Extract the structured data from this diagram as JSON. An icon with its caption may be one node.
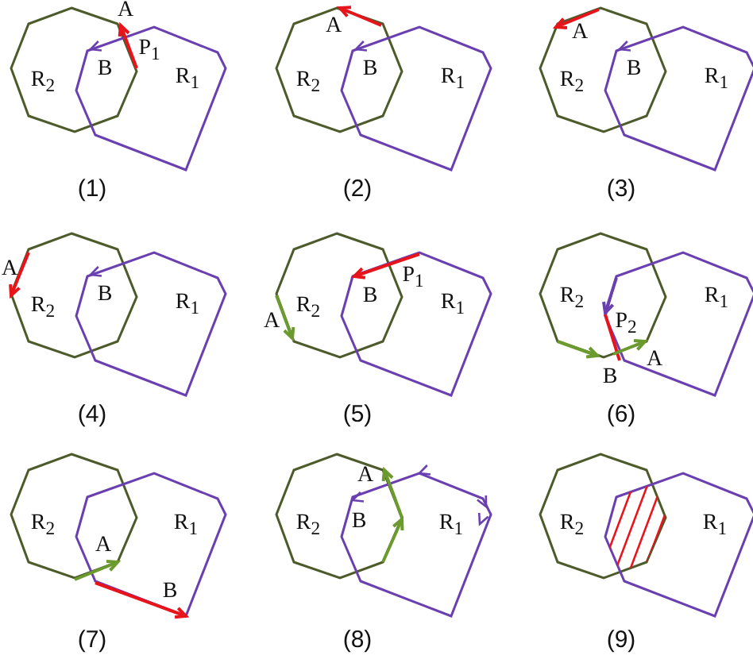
{
  "diagram": {
    "labels": [
      "A",
      "P$_{1}$",
      "R$_{2}$",
      "B",
      "R$_{1}$",
      "(1)",
      "A",
      "R$_{2}$",
      "B",
      "R$_{1}$",
      "(2)",
      "A",
      "R$_{2}$",
      "B",
      "R$_{1}$",
      "(3)",
      "A",
      "R$_{2}$",
      "B",
      "R$_{1}$",
      "(4)",
      "R$_{2}$",
      "B",
      "P$_{1}$",
      "R$_{1}$",
      "A",
      "(5)",
      "R$_{2}$",
      "R$_{1}$",
      "P$_{2}$",
      "A",
      "B",
      "(6)",
      "R$_{2}$",
      "R$_{1}$",
      "A",
      "B",
      "(7)",
      "A",
      "R$_{2}$",
      "B",
      "R$_{1}$",
      "(8)",
      "R$_{2}$",
      "R$_{1}$",
      "(9)"
    ]
  }
}
